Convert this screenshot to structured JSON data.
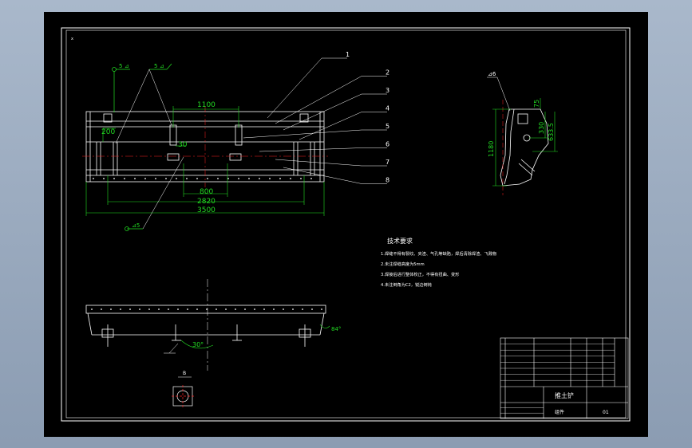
{
  "colors": {
    "background": "#8e9fb5",
    "sheet": "#000000",
    "line": "#ffffff",
    "dimension": "#22dd22",
    "centerline": "#ff2222",
    "leader": "#ffffff",
    "weld": "#ffff66"
  },
  "drawing": {
    "corner_mark": "x",
    "balloons": [
      "1",
      "2",
      "3",
      "4",
      "5",
      "6",
      "7",
      "8"
    ],
    "weld_symbols": {
      "top_left": "5",
      "top_mid": "5",
      "bottom": "5",
      "side": "6"
    },
    "dimensions": {
      "d1100": "1100",
      "d200": "200",
      "d30": "30",
      "d800": "800",
      "d2820": "2820",
      "d3500": "3500",
      "d1180": "1180",
      "d75": "75",
      "d330": "330",
      "d633_5": "633.5",
      "angle_30": "30°",
      "angle_84": "84°"
    },
    "detail_label": "B"
  },
  "tech_requirements": {
    "title": "技术要求",
    "items": [
      "1.焊缝不得有裂纹、夹渣、气孔等缺陷，焊后清除焊渣、飞溅物",
      "2.未注焊缝高度为5mm",
      "3.焊接后进行整体校正，不得有扭曲、变形",
      "4.未注倒角为C2，锐边倒钝"
    ]
  },
  "title_block": {
    "drawing_name": "推土铲",
    "material_note": "组件",
    "scale": "01"
  }
}
